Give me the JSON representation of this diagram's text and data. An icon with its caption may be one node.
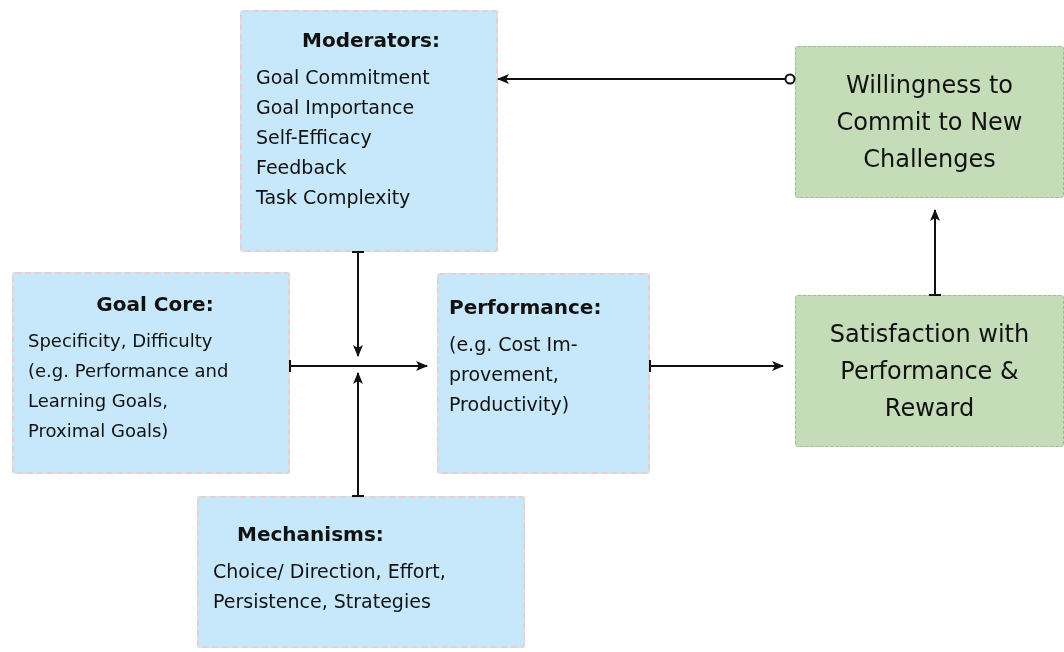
{
  "diagram": {
    "nodes": [
      {
        "text": [
          "Moderators:",
          "Goal Commitment",
          "Goal Importance",
          "Self-Efficacy",
          "Feedback",
          "Task Complexity"
        ]
      },
      {
        "text": [
          "Goal Core:",
          "Specificity, Difficulty (e.g. Performance and Learning Goals, Proximal Goals)"
        ]
      },
      {
        "text": [
          "Performance:",
          "(e.g. Cost Im- provement, Productivity)"
        ]
      },
      {
        "text": [
          "Mechanisms:",
          "Choice/ Direction, Effort, Persistence, Strategies"
        ]
      },
      {
        "text": [
          "Willingness to Commit to New Challenges"
        ]
      },
      {
        "text": [
          "Satisfaction with Performance & Reward"
        ]
      }
    ],
    "edges": [
      {
        "from": 1,
        "to": 2,
        "arrow": "to"
      },
      {
        "from": 0,
        "to": null,
        "arrow": "to"
      },
      {
        "from": 3,
        "to": null,
        "arrow": "to"
      },
      {
        "from": 2,
        "to": 5,
        "arrow": "to"
      },
      {
        "from": 5,
        "to": 4,
        "arrow": "to"
      },
      {
        "from": 4,
        "to": 0,
        "arrow": "to"
      }
    ]
  }
}
